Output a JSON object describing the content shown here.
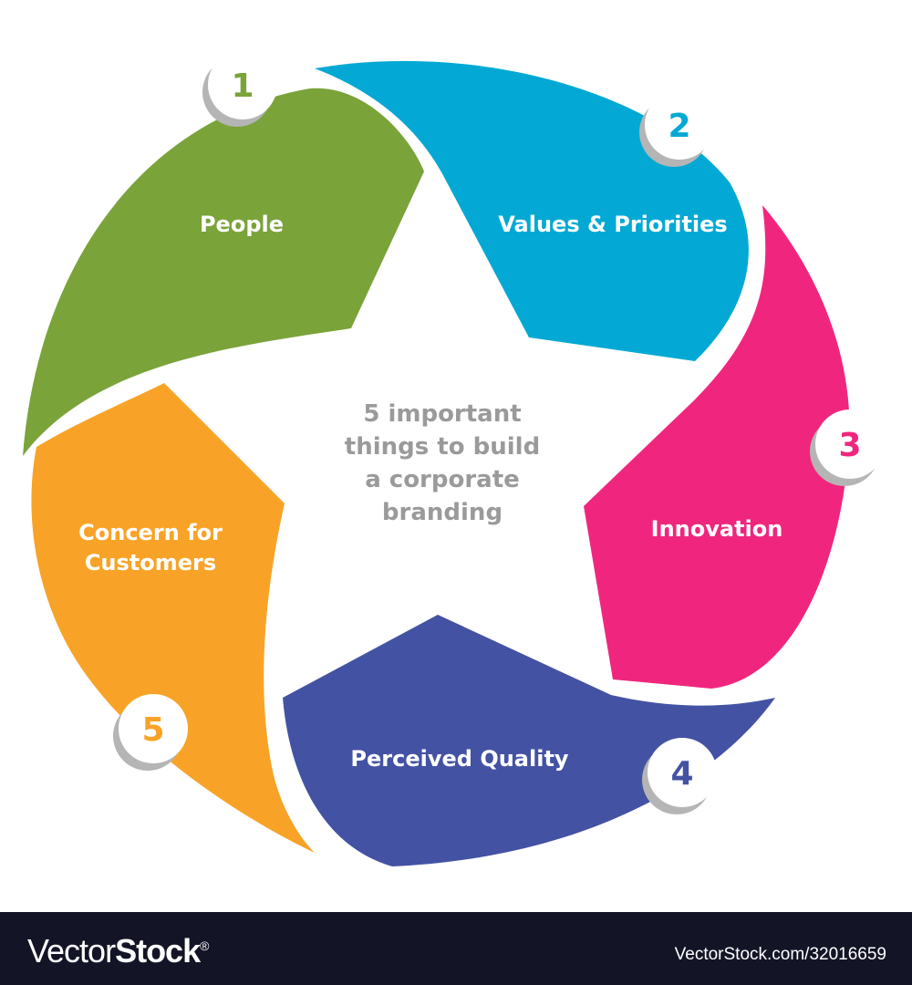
{
  "center_text": [
    "5 important",
    "things to build",
    "a corporate",
    "branding"
  ],
  "segments": [
    {
      "number": "1",
      "label": [
        "People"
      ],
      "color": "#7aa339"
    },
    {
      "number": "2",
      "label": [
        "Values & Priorities"
      ],
      "color": "#03a9d4"
    },
    {
      "number": "3",
      "label": [
        "Innovation"
      ],
      "color": "#f0267e"
    },
    {
      "number": "4",
      "label": [
        "Perceived Quality"
      ],
      "color": "#4452a3"
    },
    {
      "number": "5",
      "label": [
        "Concern for",
        "Customers"
      ],
      "color": "#f8a327"
    }
  ],
  "footer": {
    "logo_light": "Vector",
    "logo_bold": "Stock",
    "logo_mark": "®",
    "url": "VectorStock.com/32016659"
  }
}
